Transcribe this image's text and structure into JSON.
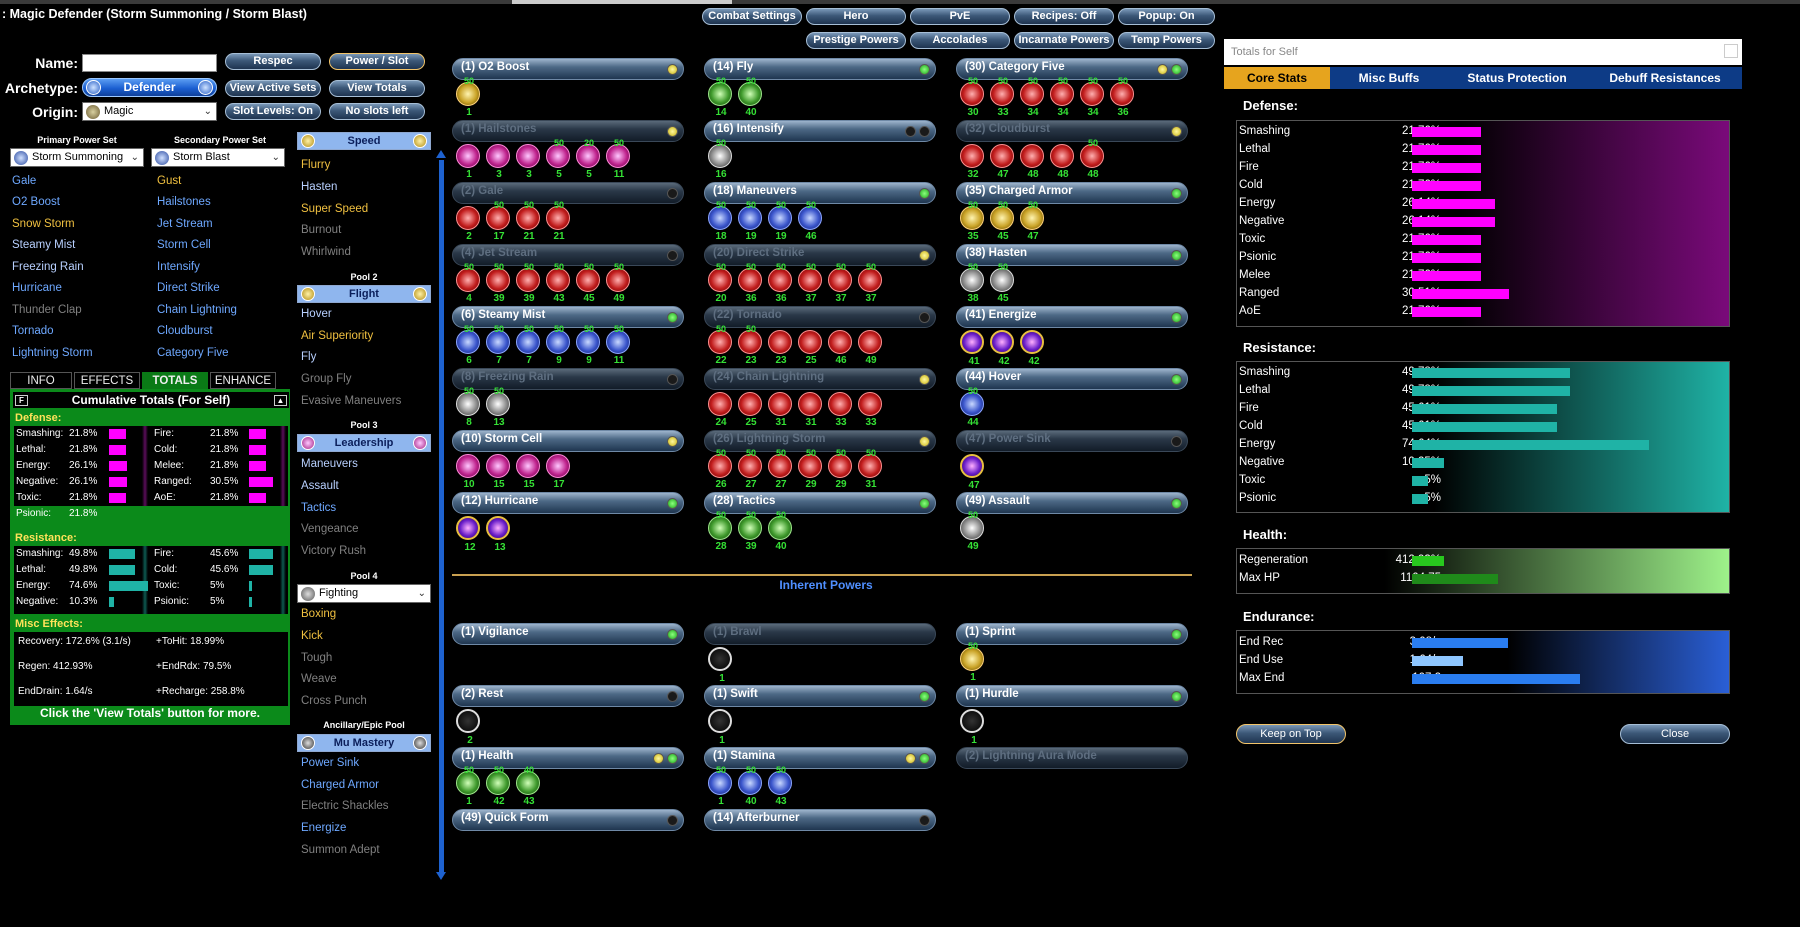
{
  "title": ": Magic Defender (Storm Summoning / Storm Blast)",
  "top_buttons": [
    "Combat Settings",
    "Hero",
    "PvE",
    "Recipes: Off",
    "Popup: On",
    "Prestige Powers",
    "Accolades",
    "Incarnate Powers",
    "Temp Powers"
  ],
  "left": {
    "name_label": "Name:",
    "name_value": "",
    "archetype_label": "Archetype:",
    "archetype_value": "Defender",
    "origin_label": "Origin:",
    "origin_value": "Magic",
    "btn_respec": "Respec",
    "btn_power_slot": "Power / Slot",
    "btn_view_active_sets": "View Active Sets",
    "btn_view_totals": "View Totals",
    "btn_slot_levels": "Slot Levels: On",
    "btn_no_slots": "No slots left",
    "primary_title": "Primary Power Set",
    "secondary_title": "Secondary Power Set",
    "primary_value": "Storm Summoning",
    "secondary_value": "Storm Blast",
    "primary_powers": [
      "Gale",
      "O2 Boost",
      "Snow Storm",
      "Steamy Mist",
      "Freezing Rain",
      "Hurricane",
      "Thunder Clap",
      "Tornado",
      "Lightning Storm"
    ],
    "secondary_powers": [
      "Gust",
      "Hailstones",
      "Jet Stream",
      "Storm Cell",
      "Intensify",
      "Direct Strike",
      "Chain Lightning",
      "Cloudburst",
      "Category Five"
    ],
    "tabs": [
      "INFO",
      "EFFECTS",
      "TOTALS",
      "ENHANCE"
    ]
  },
  "totals": {
    "header": "Cumulative Totals (For Self)",
    "f_box": "F",
    "defense_title": "Defense:",
    "defense_left": [
      [
        "Smashing:",
        "21.8%"
      ],
      [
        "Lethal:",
        "21.8%"
      ],
      [
        "Energy:",
        "26.1%"
      ],
      [
        "Negative:",
        "26.1%"
      ],
      [
        "Toxic:",
        "21.8%"
      ],
      [
        "Psionic:",
        "21.8%"
      ]
    ],
    "defense_right": [
      [
        "Fire:",
        "21.8%"
      ],
      [
        "Cold:",
        "21.8%"
      ],
      [
        "Melee:",
        "21.8%"
      ],
      [
        "Ranged:",
        "30.5%"
      ],
      [
        "AoE:",
        "21.8%"
      ]
    ],
    "resistance_title": "Resistance:",
    "resistance_left": [
      [
        "Smashing:",
        "49.8%"
      ],
      [
        "Lethal:",
        "49.8%"
      ],
      [
        "Energy:",
        "74.6%"
      ],
      [
        "Negative:",
        "10.3%"
      ]
    ],
    "resistance_right": [
      [
        "Fire:",
        "45.6%"
      ],
      [
        "Cold:",
        "45.6%"
      ],
      [
        "Toxic:",
        "5%"
      ],
      [
        "Psionic:",
        "5%"
      ]
    ],
    "misc_title": "Misc Effects:",
    "misc": [
      "Recovery: 172.6% (3.1/s)",
      "+ToHit: 18.99%",
      "Regen: 412.93%",
      "+EndRdx: 79.5%",
      "EndDrain: 1.64/s",
      "+Recharge: 258.8%"
    ],
    "hint": "Click the 'View Totals' button for more."
  },
  "pools": {
    "speed_head": "Speed",
    "speed": [
      "Flurry",
      "Hasten",
      "Super Speed",
      "Burnout",
      "Whirlwind"
    ],
    "pool2": "Pool 2",
    "flight_head": "Flight",
    "flight": [
      "Hover",
      "Air Superiority",
      "Fly",
      "Group Fly",
      "Evasive Maneuvers"
    ],
    "pool3": "Pool 3",
    "leadership_head": "Leadership",
    "leadership": [
      "Maneuvers",
      "Assault",
      "Tactics",
      "Vengeance",
      "Victory Rush"
    ],
    "pool4": "Pool 4",
    "fighting_select": "Fighting",
    "fighting": [
      "Boxing",
      "Kick",
      "Tough",
      "Weave",
      "Cross Punch"
    ],
    "epic_title": "Ancillary/Epic Pool",
    "epic_head": "Mu Mastery",
    "epic": [
      "Power Sink",
      "Charged Armor",
      "Electric Shackles",
      "Energize",
      "Summon Adept"
    ]
  },
  "powers_col1": [
    {
      "name": "(1) O2 Boost",
      "slots": [
        "1"
      ],
      "tops": [
        "50"
      ]
    },
    {
      "name": "(1) Hailstones",
      "slots": [
        "1",
        "3",
        "3",
        "5",
        "5",
        "11"
      ],
      "tops": [
        "",
        "",
        "",
        "50",
        "20",
        "50"
      ]
    },
    {
      "name": "(2) Gale",
      "slots": [
        "2",
        "17",
        "21",
        "21"
      ],
      "tops": [
        "",
        "50",
        "50",
        "50"
      ]
    },
    {
      "name": "(4) Jet Stream",
      "slots": [
        "4",
        "39",
        "39",
        "43",
        "45",
        "49"
      ],
      "tops": [
        "50",
        "50",
        "50",
        "50",
        "50",
        "50"
      ]
    },
    {
      "name": "(6) Steamy Mist",
      "slots": [
        "6",
        "7",
        "7",
        "9",
        "9",
        "11"
      ],
      "tops": [
        "50",
        "50",
        "50",
        "50",
        "50",
        "50"
      ]
    },
    {
      "name": "(8) Freezing Rain",
      "slots": [
        "8",
        "13"
      ],
      "tops": [
        "50",
        "50"
      ]
    },
    {
      "name": "(10) Storm Cell",
      "slots": [
        "10",
        "15",
        "15",
        "17"
      ],
      "tops": [
        "",
        "",
        "",
        ""
      ]
    },
    {
      "name": "(12) Hurricane",
      "slots": [
        "12",
        "13"
      ],
      "tops": [
        "",
        ""
      ]
    }
  ],
  "powers_col2": [
    {
      "name": "(14) Fly",
      "slots": [
        "14",
        "40"
      ],
      "tops": [
        "50",
        "50"
      ]
    },
    {
      "name": "(16) Intensify",
      "slots": [
        "16"
      ],
      "tops": [
        "50"
      ]
    },
    {
      "name": "(18) Maneuvers",
      "slots": [
        "18",
        "19",
        "19",
        "46"
      ],
      "tops": [
        "50",
        "50",
        "50",
        "50"
      ]
    },
    {
      "name": "(20) Direct Strike",
      "slots": [
        "20",
        "36",
        "36",
        "37",
        "37",
        "37"
      ],
      "tops": [
        "50",
        "50",
        "50",
        "50",
        "50",
        "50"
      ]
    },
    {
      "name": "(22) Tornado",
      "slots": [
        "22",
        "23",
        "23",
        "25",
        "46",
        "49"
      ],
      "tops": [
        "50",
        "50",
        "",
        "",
        "",
        ""
      ]
    },
    {
      "name": "(24) Chain Lightning",
      "slots": [
        "24",
        "25",
        "31",
        "31",
        "33",
        "33"
      ],
      "tops": [
        "",
        "",
        "",
        "",
        "",
        ""
      ]
    },
    {
      "name": "(26) Lightning Storm",
      "slots": [
        "26",
        "27",
        "27",
        "29",
        "29",
        "31"
      ],
      "tops": [
        "50",
        "50",
        "50",
        "50",
        "50",
        "50"
      ]
    },
    {
      "name": "(28) Tactics",
      "slots": [
        "28",
        "39",
        "40"
      ],
      "tops": [
        "50",
        "50",
        "50"
      ]
    }
  ],
  "powers_col3": [
    {
      "name": "(30) Category Five",
      "slots": [
        "30",
        "33",
        "34",
        "34",
        "34",
        "36"
      ],
      "tops": [
        "50",
        "50",
        "50",
        "50",
        "50",
        "50"
      ]
    },
    {
      "name": "(32) Cloudburst",
      "slots": [
        "32",
        "47",
        "48",
        "48",
        "48"
      ],
      "tops": [
        "",
        "",
        "",
        "",
        "50"
      ]
    },
    {
      "name": "(35) Charged Armor",
      "slots": [
        "35",
        "45",
        "47"
      ],
      "tops": [
        "50",
        "50",
        "50"
      ]
    },
    {
      "name": "(38) Hasten",
      "slots": [
        "38",
        "45"
      ],
      "tops": [
        "50",
        "50"
      ]
    },
    {
      "name": "(41) Energize",
      "slots": [
        "41",
        "42",
        "42"
      ],
      "tops": [
        "",
        "",
        ""
      ]
    },
    {
      "name": "(44) Hover",
      "slots": [
        "44"
      ],
      "tops": [
        "50"
      ]
    },
    {
      "name": "(47) Power Sink",
      "slots": [
        "47"
      ],
      "tops": [
        ""
      ]
    },
    {
      "name": "(49) Assault",
      "slots": [
        "49"
      ],
      "tops": [
        "50"
      ]
    }
  ],
  "inherent_title": "Inherent Powers",
  "inherent": [
    {
      "name": "(1) Vigilance",
      "slots": [],
      "tops": []
    },
    {
      "name": "(1) Brawl",
      "slots": [
        "1"
      ],
      "tops": [
        ""
      ]
    },
    {
      "name": "(1) Sprint",
      "slots": [
        "1"
      ],
      "tops": [
        "50"
      ]
    },
    {
      "name": "(2) Rest",
      "slots": [
        "2"
      ],
      "tops": [
        ""
      ]
    },
    {
      "name": "(1) Swift",
      "slots": [
        "1"
      ],
      "tops": [
        ""
      ]
    },
    {
      "name": "(1) Hurdle",
      "slots": [
        "1"
      ],
      "tops": [
        ""
      ]
    },
    {
      "name": "(1) Health",
      "slots": [
        "1",
        "42",
        "43"
      ],
      "tops": [
        "50",
        "50",
        "40"
      ]
    },
    {
      "name": "(1) Stamina",
      "slots": [
        "1",
        "40",
        "43"
      ],
      "tops": [
        "50",
        "50",
        "50"
      ]
    },
    {
      "name": "(2) Lightning Aura Mode",
      "slots": [],
      "tops": []
    },
    {
      "name": "(49) Quick Form",
      "slots": [],
      "tops": []
    },
    {
      "name": "(14) Afterburner",
      "slots": [],
      "tops": []
    }
  ],
  "panel": {
    "window_title": "Totals for Self",
    "tabs": [
      "Core Stats",
      "Misc Buffs",
      "Status Protection",
      "Debuff Resistances"
    ],
    "defense_title": "Defense:",
    "defense": [
      [
        "Smashing",
        "21.76%",
        21.76
      ],
      [
        "Lethal",
        "21.76%",
        21.76
      ],
      [
        "Fire",
        "21.76%",
        21.76
      ],
      [
        "Cold",
        "21.76%",
        21.76
      ],
      [
        "Energy",
        "26.14%",
        26.14
      ],
      [
        "Negative",
        "26.14%",
        26.14
      ],
      [
        "Toxic",
        "21.76%",
        21.76
      ],
      [
        "Psionic",
        "21.76%",
        21.76
      ],
      [
        "Melee",
        "21.76%",
        21.76
      ],
      [
        "Ranged",
        "30.51%",
        30.51
      ],
      [
        "AoE",
        "21.76%",
        21.76
      ]
    ],
    "resistance_title": "Resistance:",
    "resistance": [
      [
        "Smashing",
        "49.78%",
        49.78
      ],
      [
        "Lethal",
        "49.78%",
        49.78
      ],
      [
        "Fire",
        "45.61%",
        45.61
      ],
      [
        "Cold",
        "45.61%",
        45.61
      ],
      [
        "Energy",
        "74.64%",
        74.64
      ],
      [
        "Negative",
        "10.25%",
        10.25
      ],
      [
        "Toxic",
        "5%",
        5
      ],
      [
        "Psionic",
        "5%",
        5
      ]
    ],
    "health_title": "Health:",
    "health": [
      [
        "Regeneration",
        "412.93%"
      ],
      [
        "Max HP",
        "1104.75"
      ]
    ],
    "endurance_title": "Endurance:",
    "endurance": [
      [
        "End Rec",
        "3.08/s"
      ],
      [
        "End Use",
        "1.64/s"
      ],
      [
        "Max End",
        "107.2"
      ]
    ],
    "keep_on_top": "Keep on Top",
    "close": "Close"
  },
  "colors": {
    "defense": "#ff00ff",
    "resistance": "#1fb3a6",
    "health": "#28c81e",
    "endurance": "#2a7df0",
    "accent": "#e6a41e"
  }
}
